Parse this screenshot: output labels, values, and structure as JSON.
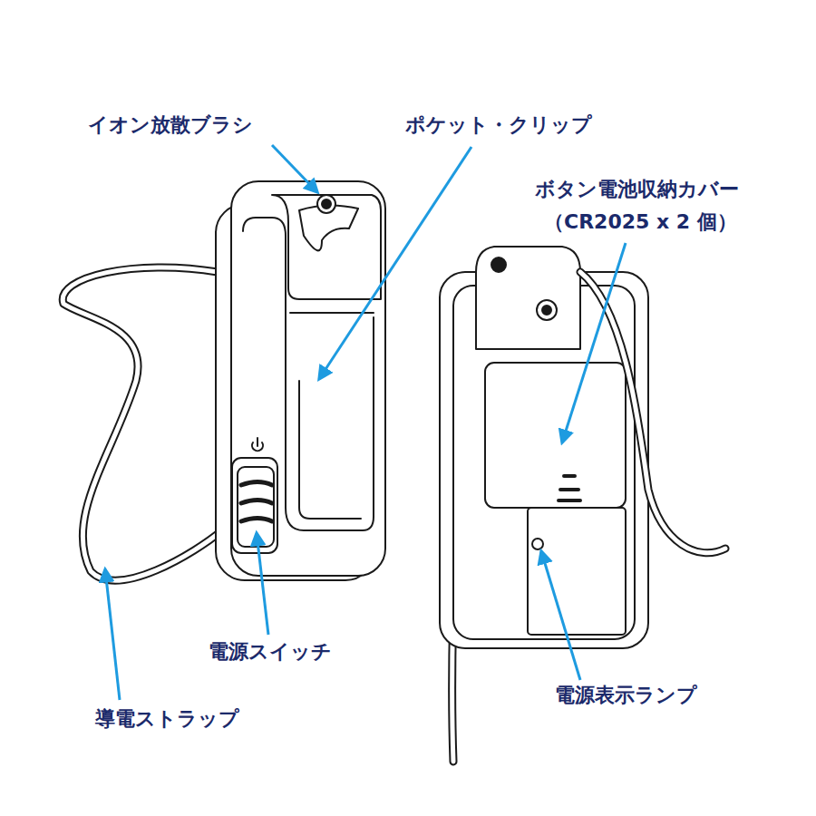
{
  "diagram": {
    "labels": [
      "イオン放散ブラシ",
      "ポケット・クリップ",
      "ボタン電池収納カバー",
      "（CR2025 x 2 個）",
      "電源スイッチ",
      "導電ストラップ",
      "電源表示ランプ"
    ]
  }
}
